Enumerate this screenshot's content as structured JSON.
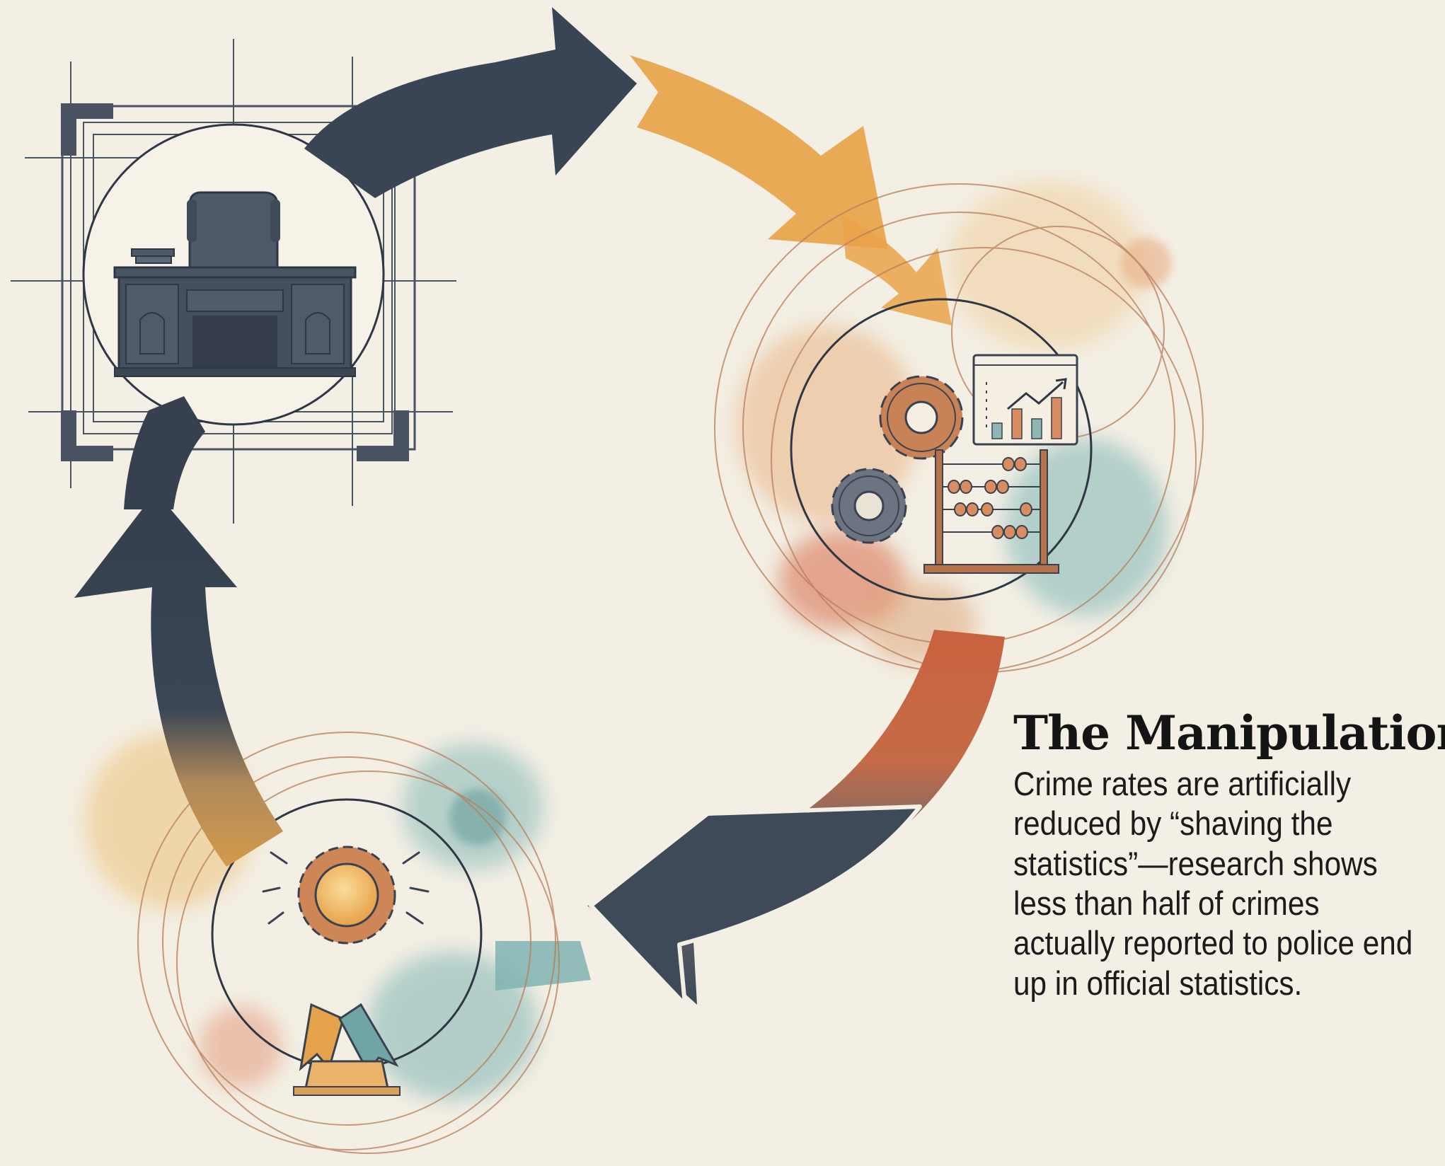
{
  "caption": {
    "title": "The Manipulation",
    "body": "Crime rates are artificially reduced by “shaving the statistics”—research shows less than half of crimes actually reported to police end up in official statistics."
  },
  "nodes": [
    {
      "id": "desk",
      "icon": "executive-desk-icon"
    },
    {
      "id": "statistics",
      "icon": "gears-chart-abacus-icon"
    },
    {
      "id": "award",
      "icon": "award-ribbon-icon"
    }
  ],
  "colors": {
    "background": "#f3efe4",
    "navy": "#3a4656",
    "orange": "#e6a24a",
    "rust": "#c9623f",
    "teal": "#78afb0",
    "text": "#141414"
  }
}
